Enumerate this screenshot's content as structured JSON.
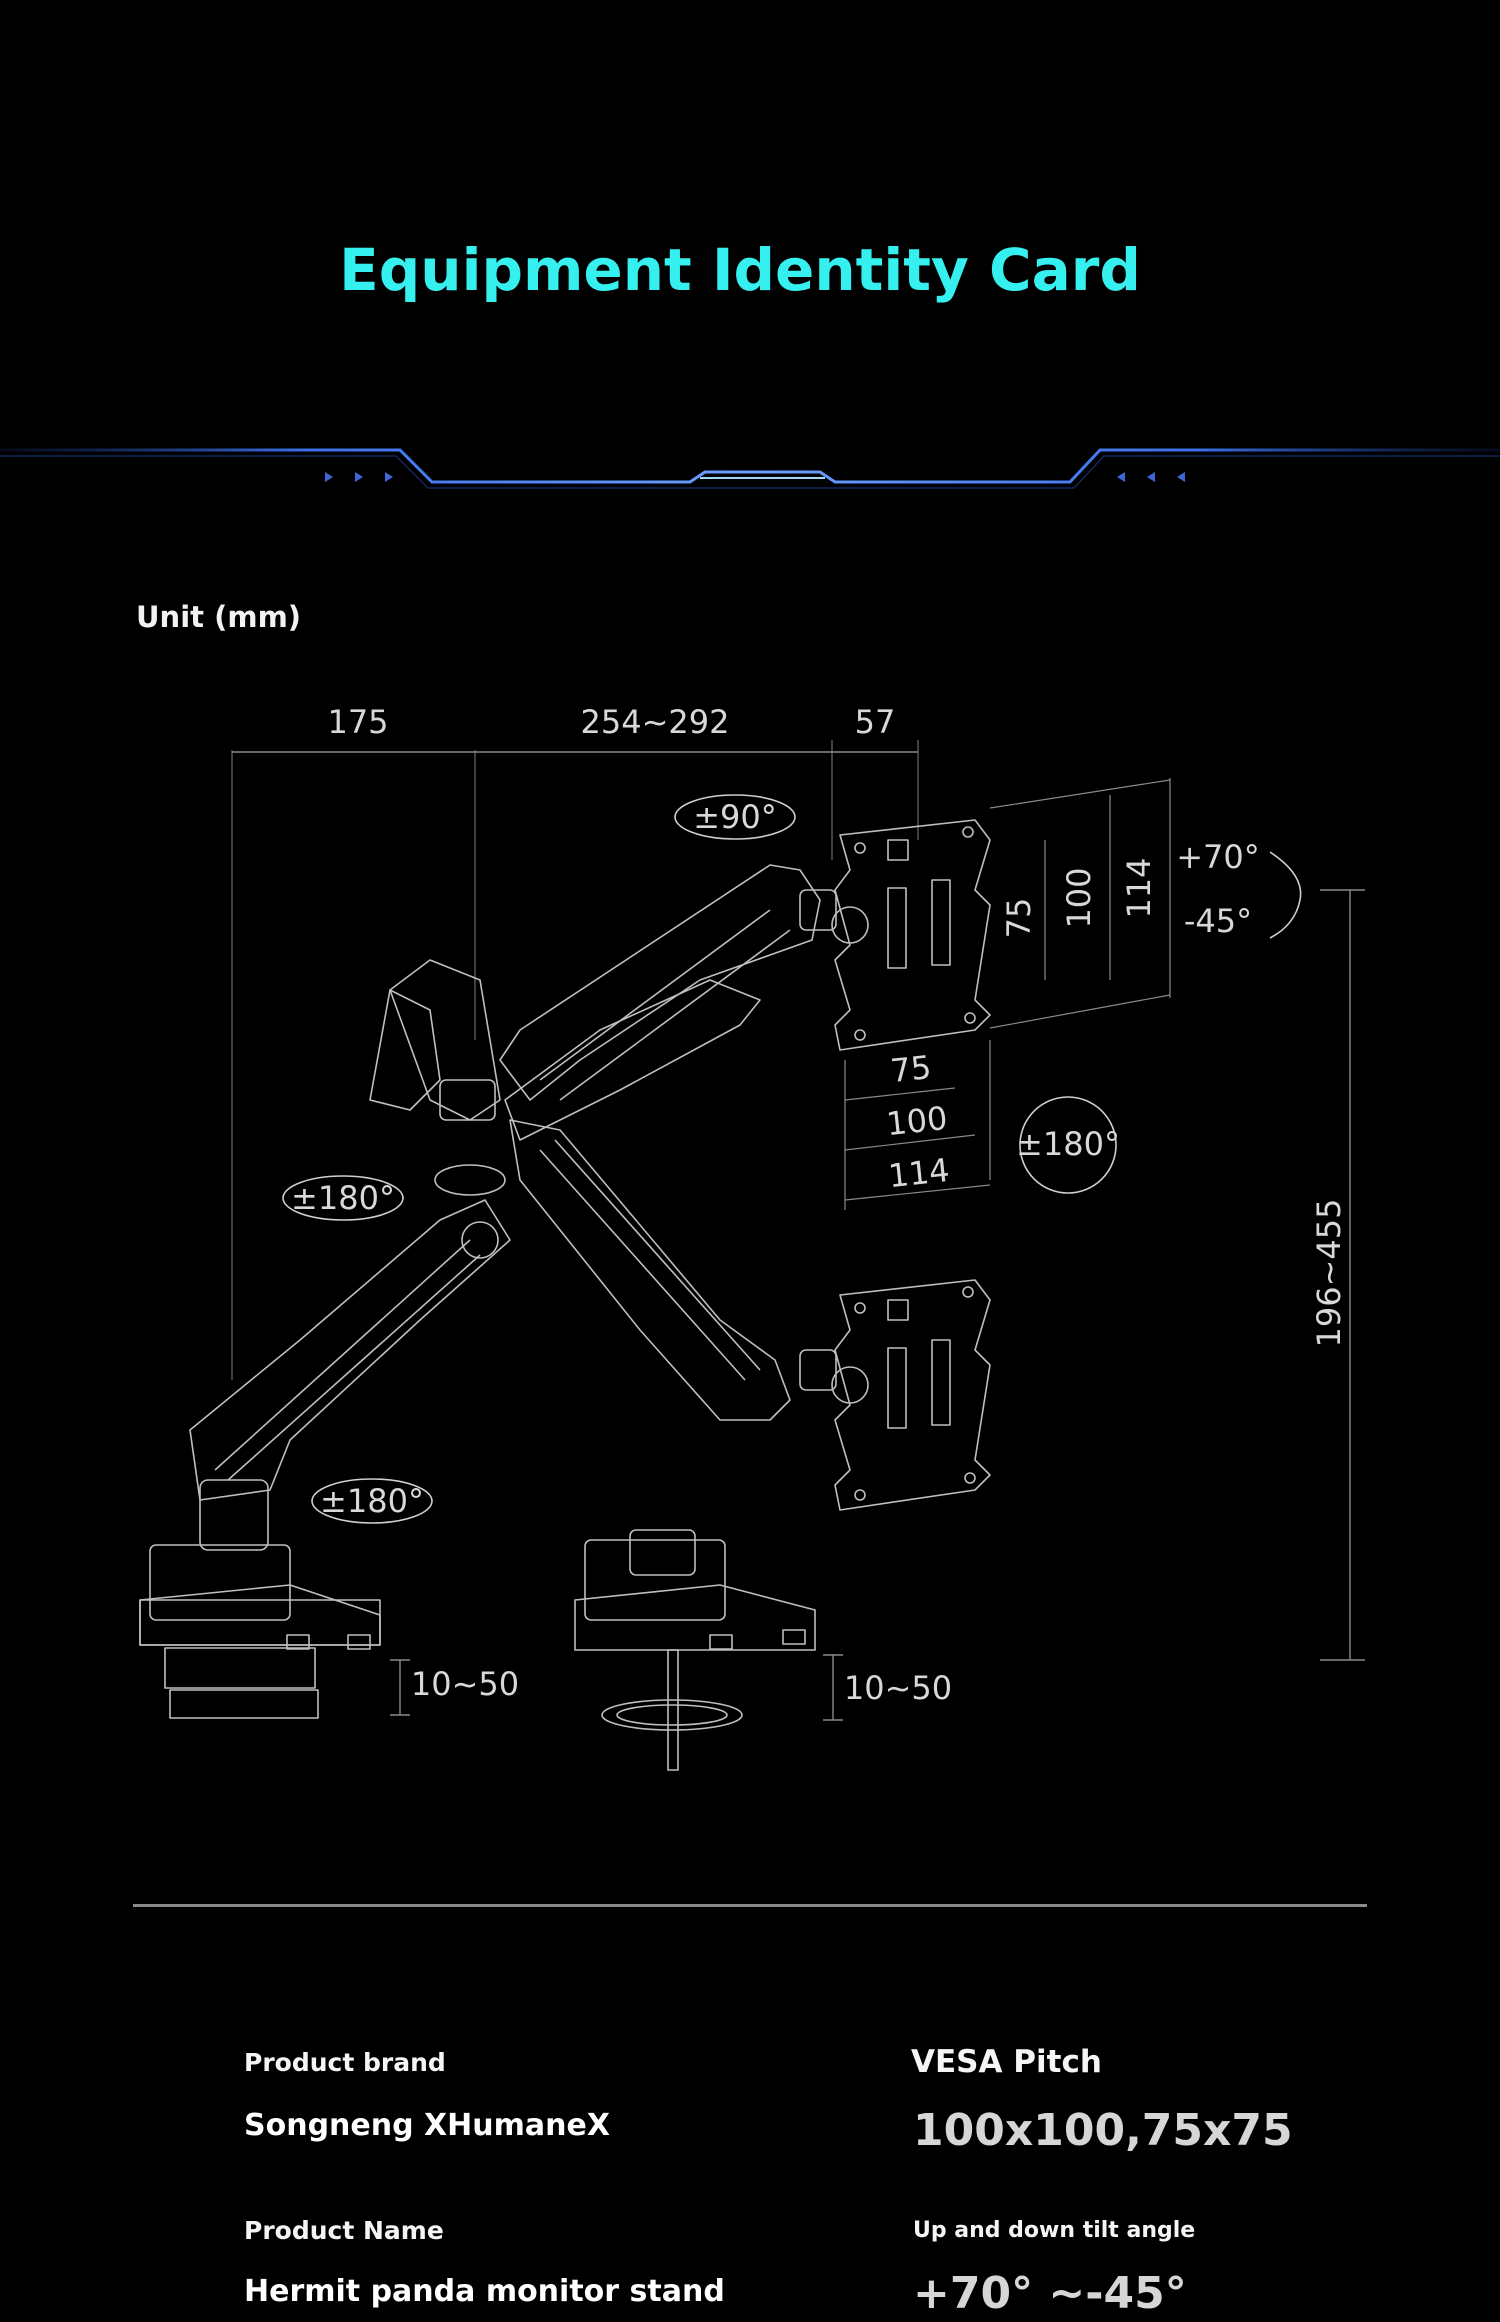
{
  "header": {
    "title": "Equipment Identity Card"
  },
  "drawing": {
    "unit_label": "Unit (mm)",
    "dimensions": {
      "base_to_pole": "175",
      "arm_reach": "254~292",
      "plate_depth": "57",
      "height_range": "196~455",
      "clamp_left": "10~50",
      "clamp_right": "10~50",
      "vesa_side_75": "75",
      "vesa_side_100": "100",
      "vesa_side_114": "114",
      "vesa_bottom_75": "75",
      "vesa_bottom_100": "100",
      "vesa_bottom_114": "114"
    },
    "angles": {
      "swivel_top": "±90°",
      "tilt_up": "+70°",
      "tilt_down": "-45°",
      "rotate_plate": "±180°",
      "rotate_arm": "±180°",
      "rotate_base": "±180°"
    }
  },
  "specs": {
    "brand": {
      "label": "Product brand",
      "value": "Songneng XHumaneX"
    },
    "vesa": {
      "label": "VESA Pitch",
      "value": "100x100,75x75"
    },
    "name": {
      "label": "Product Name",
      "value": "Hermit panda monitor stand"
    },
    "tilt": {
      "label": "Up and down tilt angle",
      "value": "+70° ~-45°"
    }
  },
  "colors": {
    "background": "#000000",
    "title_accent": "#35f0ef",
    "divider_blue": "#3a6fe8",
    "line_art": "#c8c8c8"
  }
}
